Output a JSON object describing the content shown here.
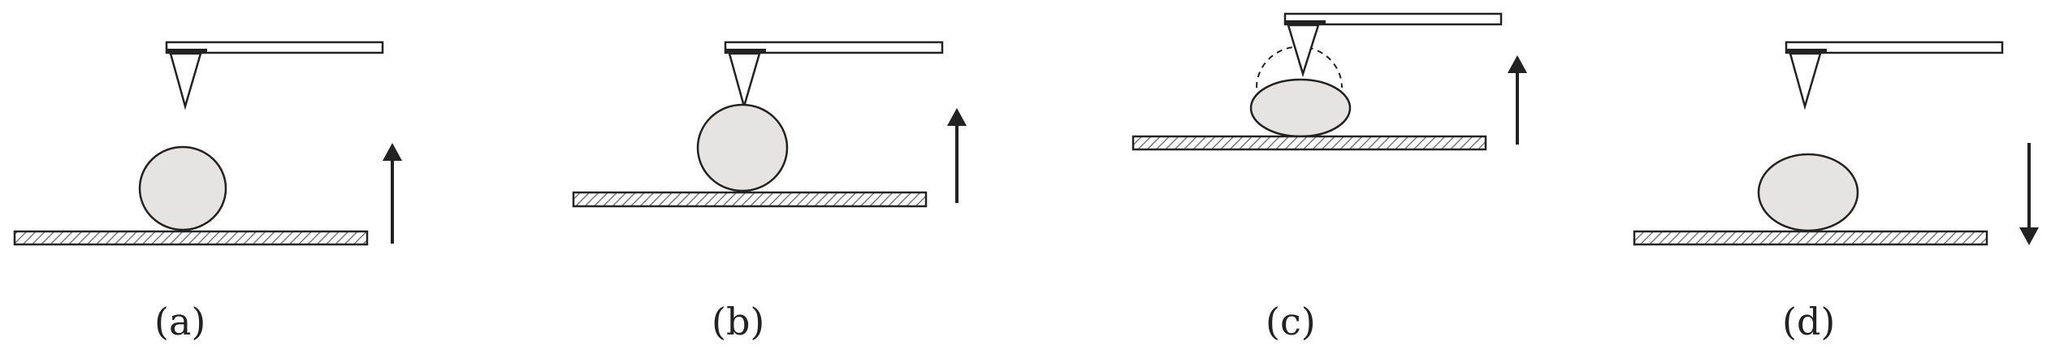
{
  "panels": [
    {
      "label": "(a)",
      "arrow": "up"
    },
    {
      "label": "(b)",
      "arrow": "up"
    },
    {
      "label": "(c)",
      "arrow": "up"
    },
    {
      "label": "(d)",
      "arrow": "down"
    }
  ],
  "colors": {
    "outline": "#222222",
    "cell_fill": "#e6e4e2",
    "cantilever_fill": "#ffffff",
    "substrate_hatch": "#8a8a8a"
  },
  "icons": {
    "arrow_up": "arrow-up-icon",
    "arrow_down": "arrow-down-icon"
  }
}
